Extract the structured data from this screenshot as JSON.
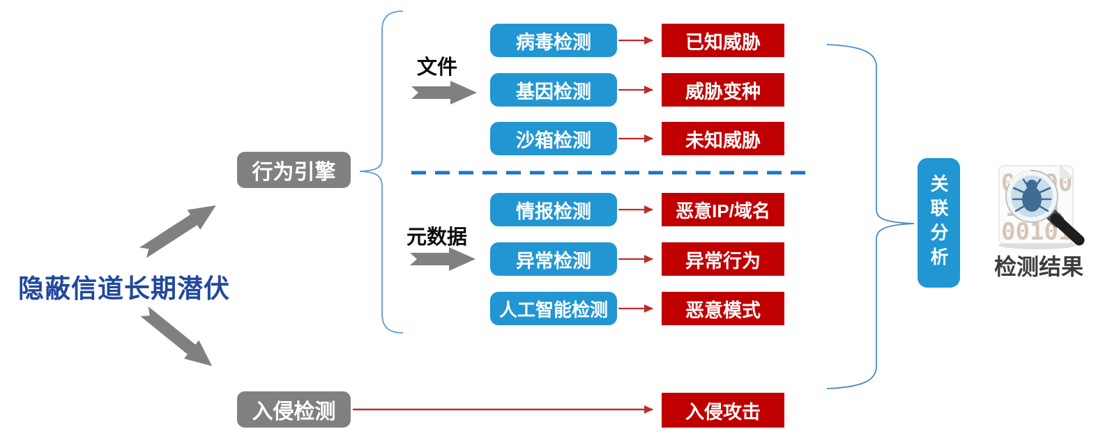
{
  "title": {
    "source": "隐蔽信道长期潜伏"
  },
  "engines": {
    "behavior": "行为引擎",
    "intrusion": "入侵检测"
  },
  "inputs": {
    "file": "文件",
    "metadata": "元数据"
  },
  "file_rows": [
    {
      "detection": "病毒检测",
      "result": "已知威胁"
    },
    {
      "detection": "基因检测",
      "result": "威胁变种"
    },
    {
      "detection": "沙箱检测",
      "result": "未知威胁"
    }
  ],
  "metadata_rows": [
    {
      "detection": "情报检测",
      "result": "恶意IP/域名"
    },
    {
      "detection": "异常检测",
      "result": "异常行为"
    },
    {
      "detection": "人工智能检测",
      "result": "恶意模式"
    }
  ],
  "intrusion_row": {
    "result": "入侵攻击"
  },
  "analysis": {
    "label": "关联分析"
  },
  "result": {
    "label": "检测结果",
    "icon": "magnifier-bug-document-icon",
    "binary_lines": [
      "01 00",
      "1 01",
      "00101"
    ]
  },
  "colors": {
    "detection_box": "#2196D3",
    "threat_box": "#C00000",
    "engine_box": "#808080",
    "brace": "#5B9BD5",
    "dashed_divider": "#2173C4",
    "arrow_red": "#C02B2B",
    "arrow_gray": "#808080",
    "title_text": "#21489E"
  }
}
